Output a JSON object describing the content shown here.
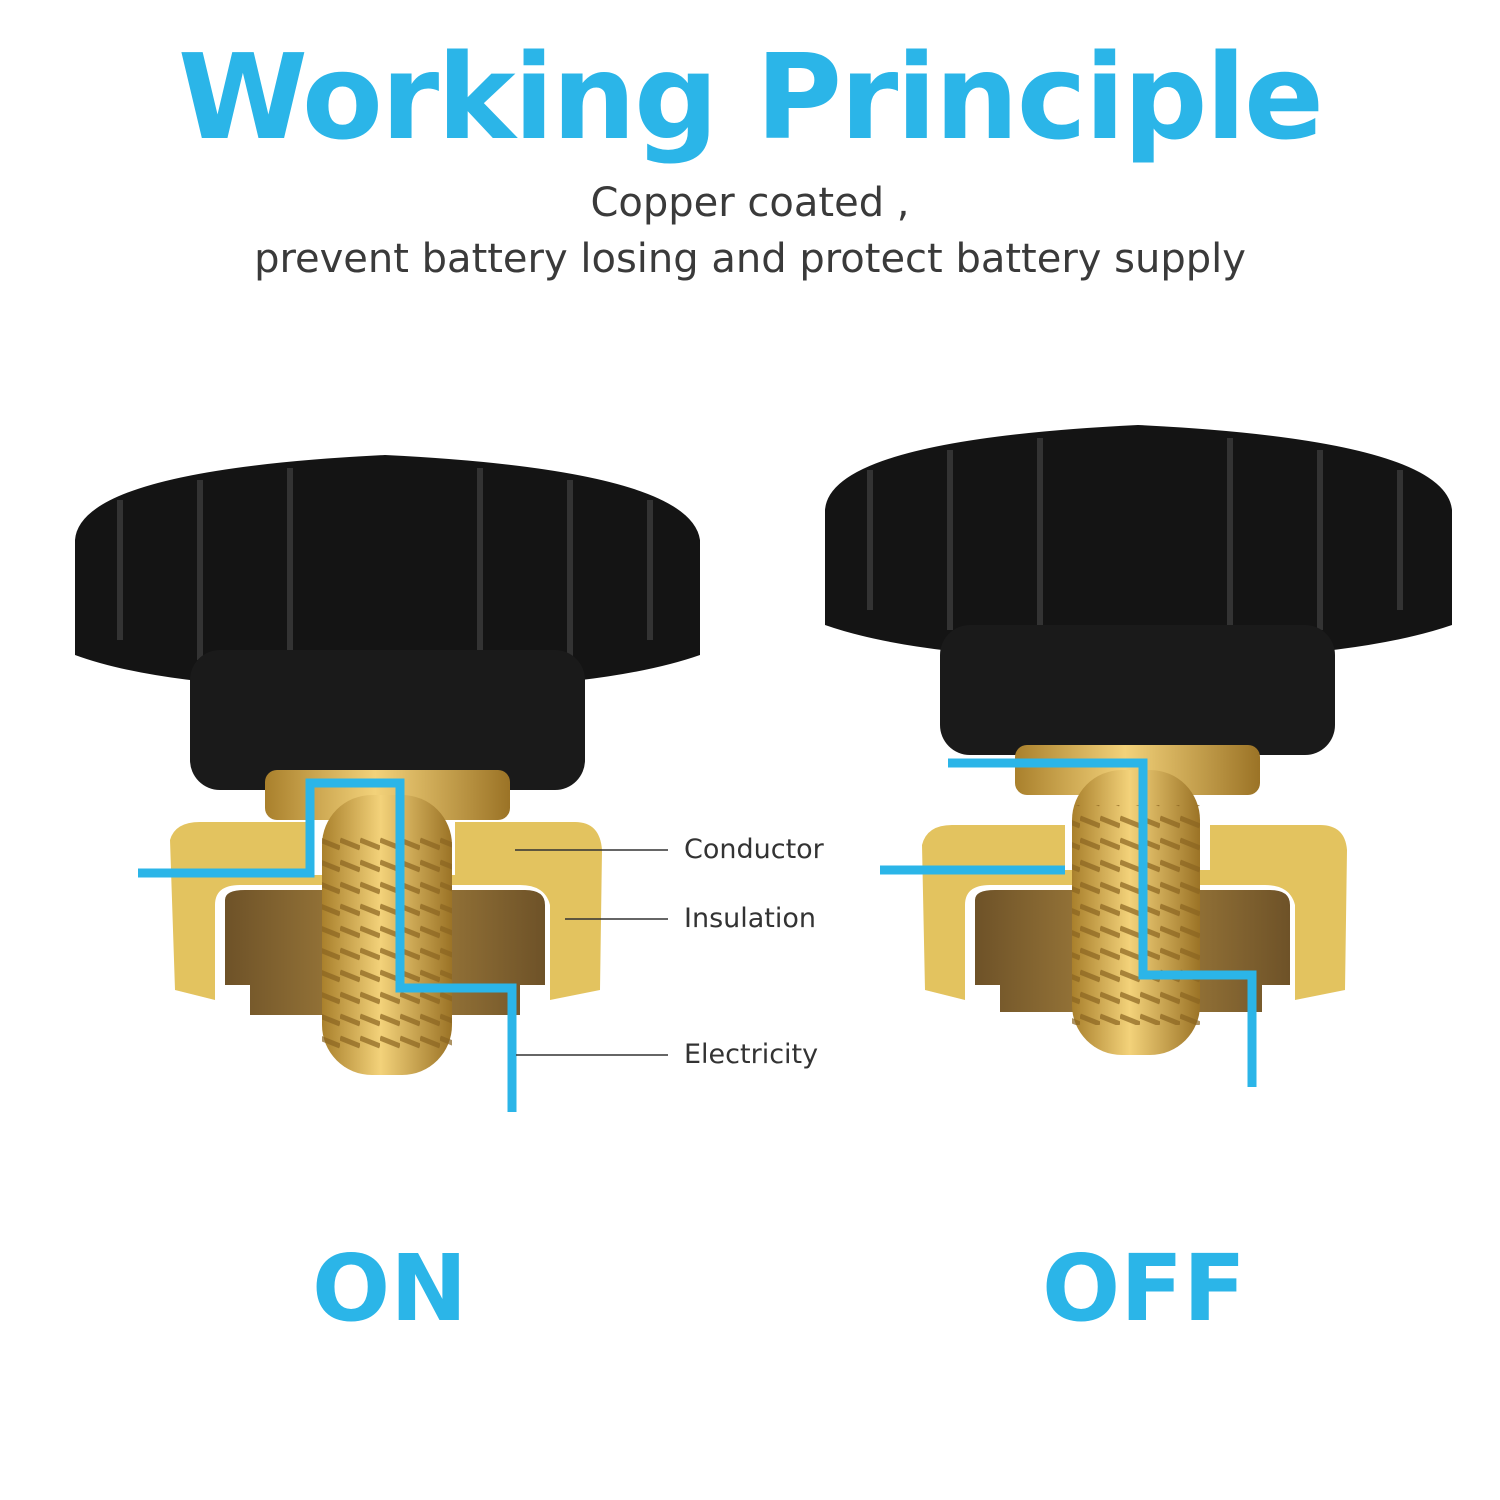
{
  "title": "Working Principle",
  "subtitle": {
    "line1": "Copper coated ,",
    "line2": "prevent battery losing and protect battery supply"
  },
  "labels": {
    "conductor": "Conductor",
    "insulation": "Insulation",
    "electricity": "Electricity"
  },
  "states": {
    "on": "ON",
    "off": "OFF"
  },
  "colors": {
    "accent": "#2bb5e8",
    "knob": "#111111",
    "brass": "#d9ae4a",
    "insulation": "#8a6a35"
  }
}
